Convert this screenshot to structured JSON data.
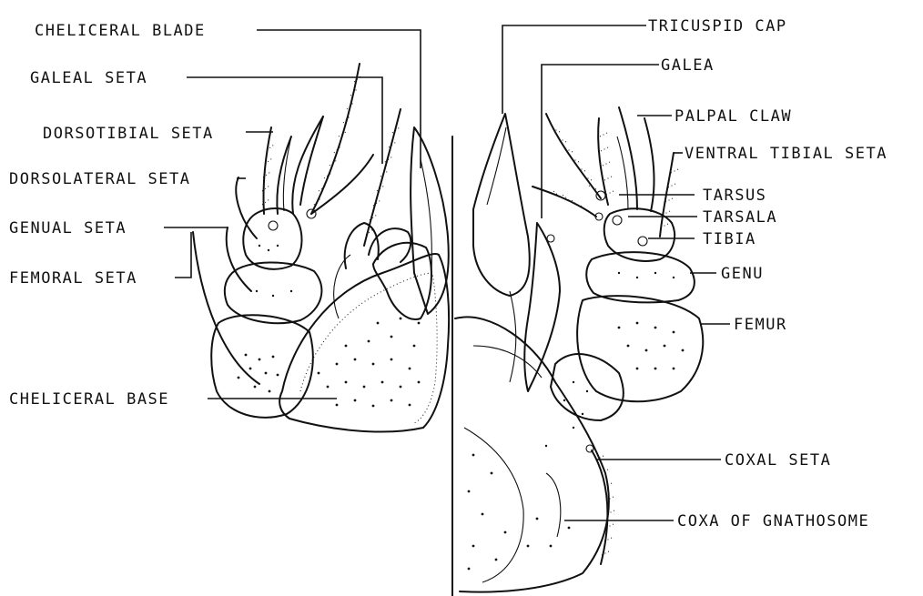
{
  "labels": {
    "chelicera_left": {
      "cheliceral_blade": "CHELICERAL BLADE",
      "galeal_seta": "GALEAL SETA",
      "dorsotibial_seta": "DORSOTIBIAL SETA",
      "dorsolateral_seta": "DORSOLATERAL SETA",
      "genual_seta": "GENUAL SETA",
      "femoral_seta": "FEMORAL SETA",
      "cheliceral_base": "CHELICERAL BASE"
    },
    "palp_right": {
      "tricuspid_cap": "TRICUSPID CAP",
      "galea": "GALEA",
      "palpal_claw": "PALPAL CLAW",
      "ventral_tibial_seta": "VENTRAL TIBIAL SETA",
      "tarsus": "TARSUS",
      "tarsala": "TARSALA",
      "tibia": "TIBIA",
      "genu": "GENU",
      "femur": "FEMUR",
      "coxal_seta": "COXAL SETA",
      "coxa_of_gnathosome": "COXA OF GNATHOSOME"
    }
  },
  "ink_color": "#111111",
  "background_color": "#ffffff"
}
